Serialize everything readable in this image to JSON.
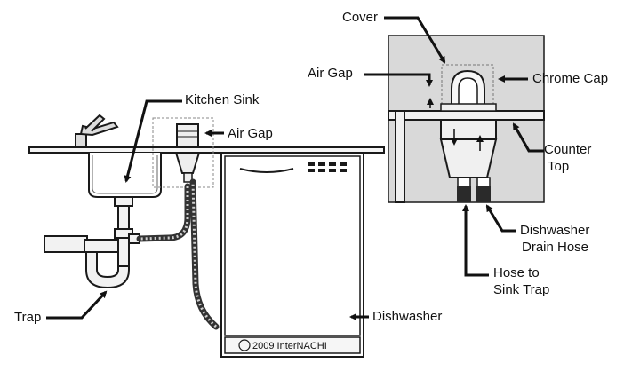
{
  "labels": {
    "kitchen_sink": "Kitchen Sink",
    "air_gap_main": "Air Gap",
    "trap": "Trap",
    "dishwasher": "Dishwasher",
    "cover": "Cover",
    "air_gap_detail": "Air Gap",
    "chrome_cap": "Chrome Cap",
    "counter_top_line1": "Counter",
    "counter_top_line2": "Top",
    "drain_hose_line1": "Dishwasher",
    "drain_hose_line2": "Drain Hose",
    "sink_trap_line1": "Hose to",
    "sink_trap_line2": "Sink Trap"
  },
  "copyright": "2009 InterNACHI",
  "colors": {
    "line": "#1a1a1a",
    "hose": "#333333",
    "fill_light": "#e6e6e6"
  }
}
